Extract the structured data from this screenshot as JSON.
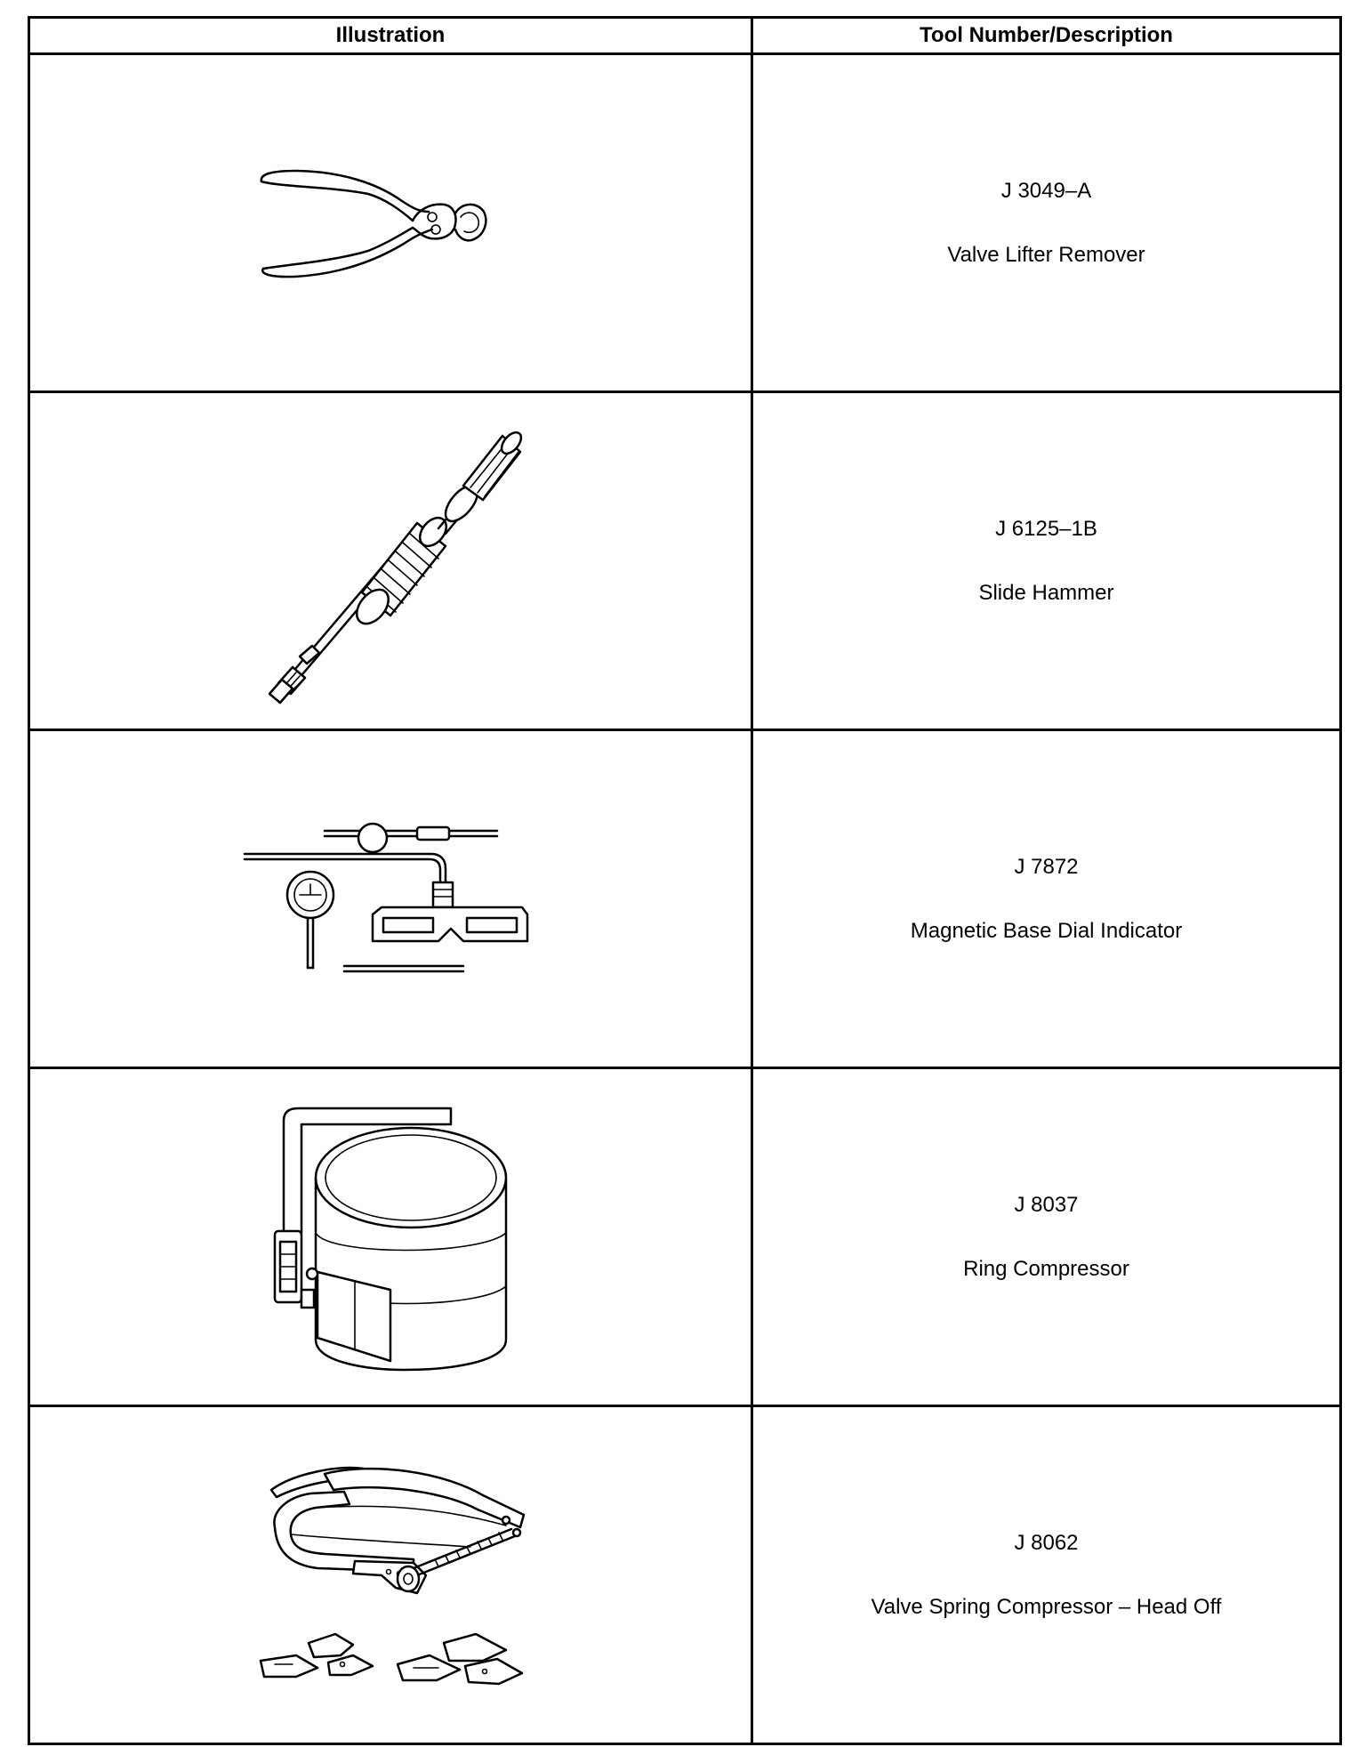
{
  "table": {
    "header_illustration": "Illustration",
    "header_description": "Tool Number/Description"
  },
  "tools": [
    {
      "number": "J 3049–A",
      "description": "Valve Lifter Remover",
      "icon": "pliers-icon"
    },
    {
      "number": "J 6125–1B",
      "description": "Slide Hammer",
      "icon": "slide-hammer-icon"
    },
    {
      "number": "J 7872",
      "description": "Magnetic Base Dial Indicator",
      "icon": "dial-indicator-icon"
    },
    {
      "number": "J 8037",
      "description": "Ring Compressor",
      "icon": "ring-compressor-icon"
    },
    {
      "number": "J 8062",
      "description": "Valve Spring Compressor – Head Off",
      "icon": "valve-spring-compressor-icon"
    }
  ]
}
